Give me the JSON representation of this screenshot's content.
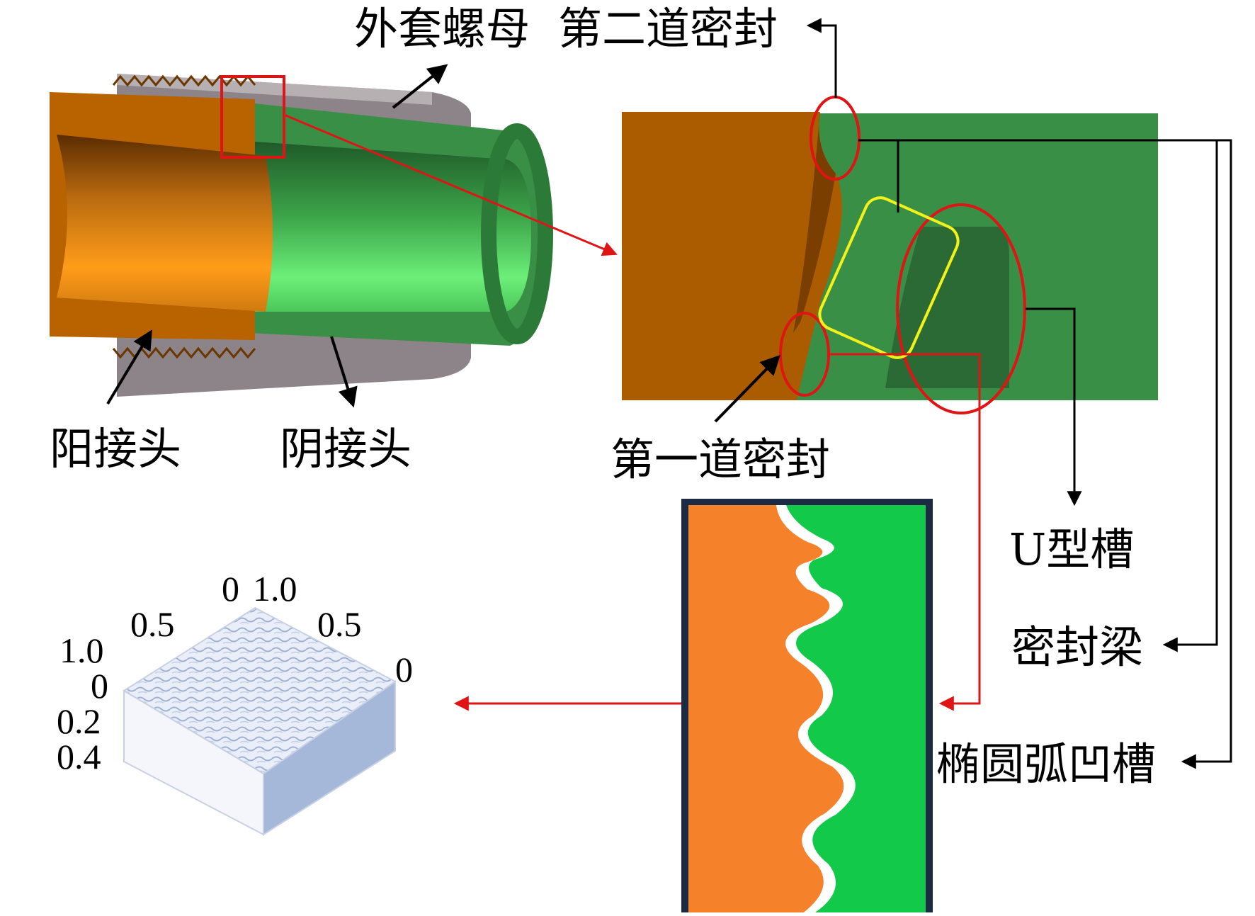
{
  "labels": {
    "outer_nut": "外套螺母",
    "second_seal": "第二道密封",
    "male_joint": "阳接头",
    "female_joint": "阴接头",
    "first_seal": "第一道密封",
    "u_groove": "U型槽",
    "seal_beam": "密封梁",
    "ellipse_groove": "椭圆弧凹槽"
  },
  "surface_axes": {
    "top_back": "0",
    "top_back2": "1.0",
    "left_mid": "0.5",
    "right_mid": "0.5",
    "right_end": "0",
    "z_top": "1.0",
    "z_0": "0",
    "z_02": "0.2",
    "z_04": "0.4"
  },
  "colors": {
    "copper": "#b86200",
    "copper_light": "#ff9d1a",
    "green": "#3a8f46",
    "green_light": "#6cef79",
    "gray": "#8c8488",
    "contact_orange": "#f5822a",
    "contact_green": "#12c94a",
    "highlight_red": "#e01414",
    "highlight_yellow": "#f2f21a",
    "frame_navy": "#1c2a44"
  }
}
